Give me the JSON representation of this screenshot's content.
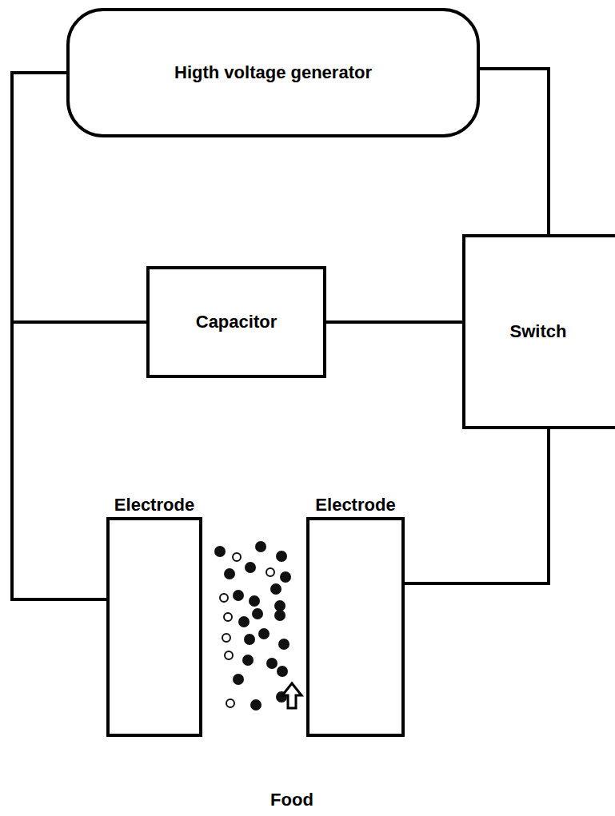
{
  "diagram": {
    "nodes": [
      {
        "text": [
          "Higth voltage generator"
        ]
      },
      {
        "text": [
          "Capacitor"
        ]
      },
      {
        "text": [
          "Switch"
        ]
      },
      {
        "text": [
          "Electrode"
        ]
      },
      {
        "text": [
          "Electrode"
        ]
      }
    ],
    "edges": [
      {
        "from": 0,
        "to": 3,
        "arrow": "none"
      },
      {
        "from": 1,
        "to": 3,
        "arrow": "none"
      },
      {
        "from": 0,
        "to": 2,
        "arrow": "none"
      },
      {
        "from": 1,
        "to": 2,
        "arrow": "none"
      },
      {
        "from": 2,
        "to": 4,
        "arrow": "none"
      }
    ],
    "labels": [
      "Food"
    ]
  }
}
